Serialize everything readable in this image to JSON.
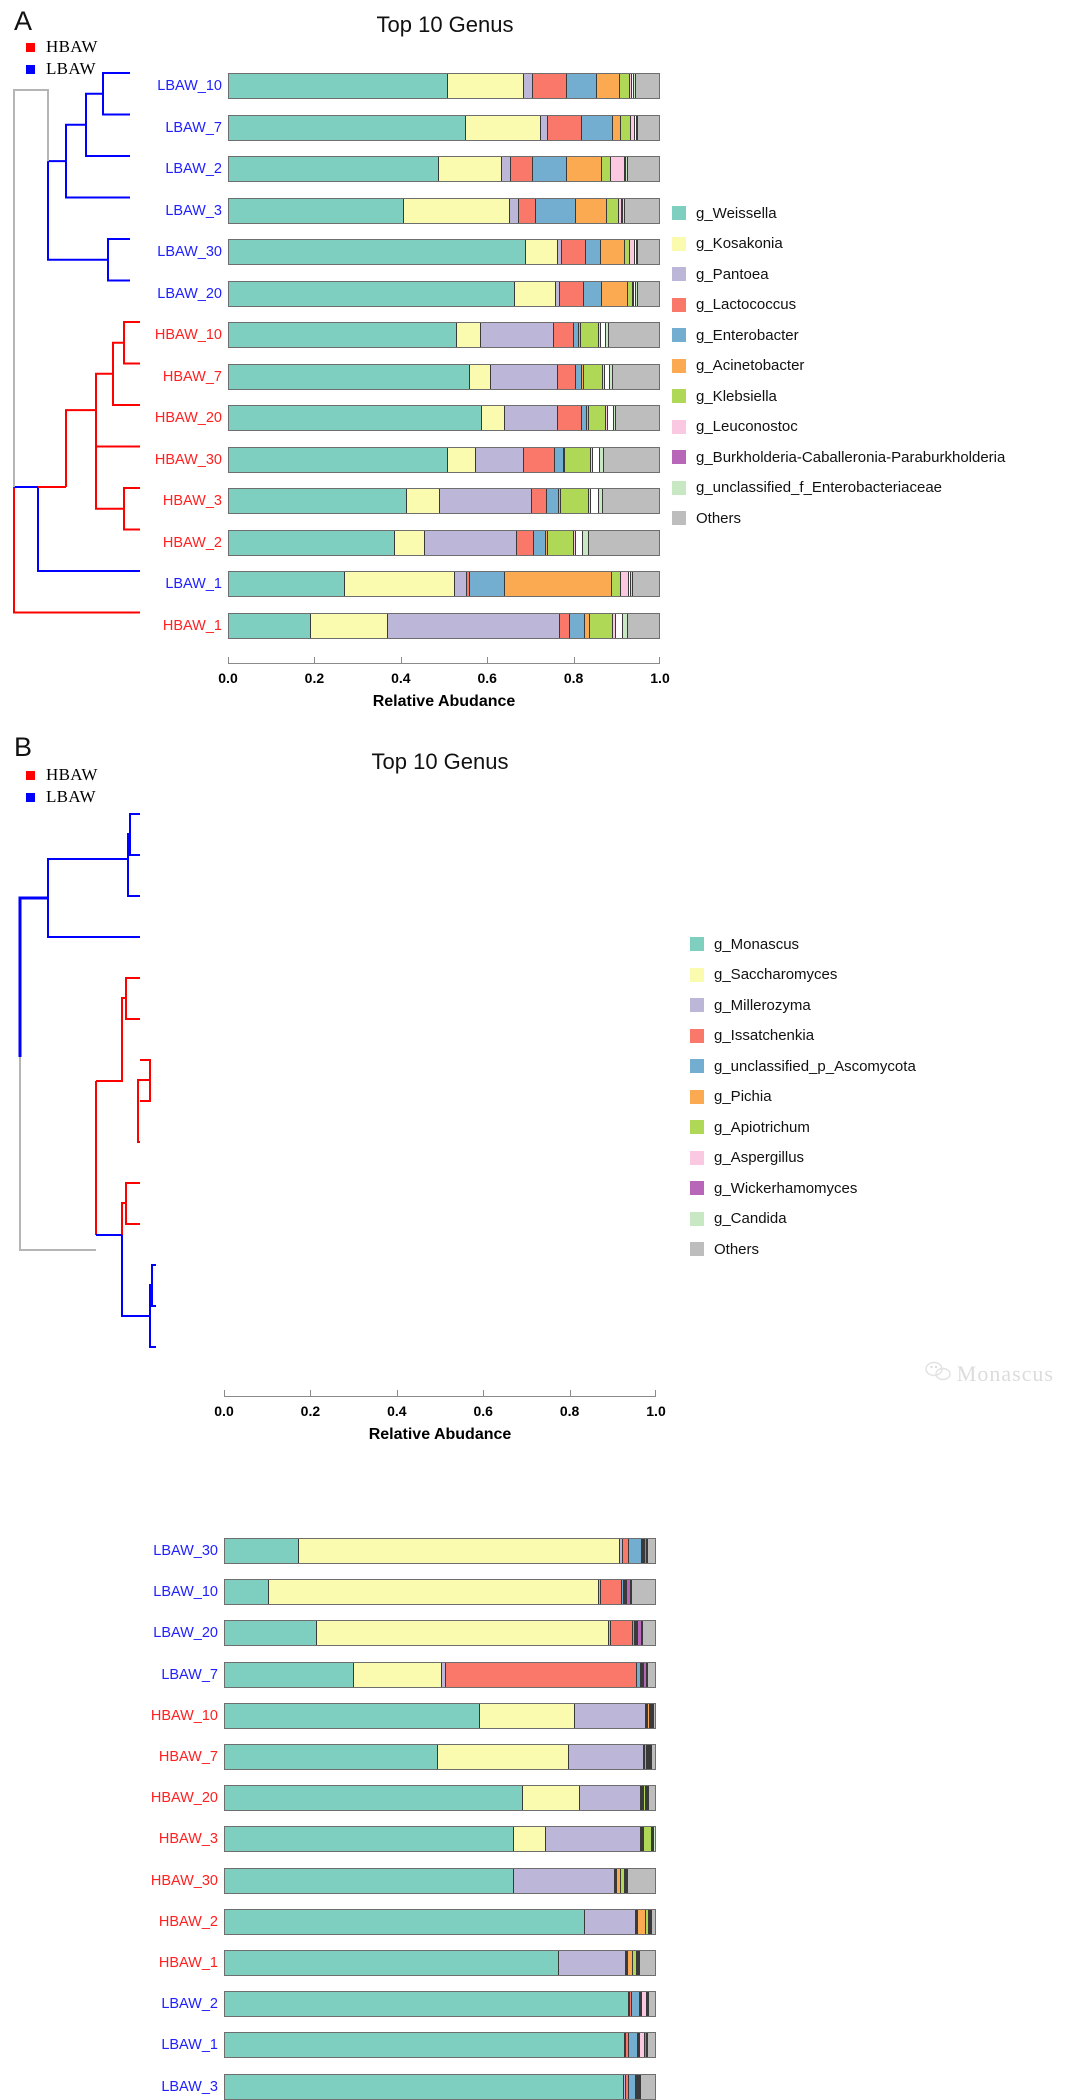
{
  "figure": {
    "background": "#ffffff",
    "group_colors": {
      "HBAW": "#ff0000",
      "LBAW": "#0000ff"
    },
    "axis": {
      "ticks": [
        "0.0",
        "0.2",
        "0.4",
        "0.6",
        "0.8",
        "1.0"
      ],
      "tick_values": [
        0.0,
        0.2,
        0.4,
        0.6,
        0.8,
        1.0
      ],
      "xlabel": "Relative Abudance",
      "xlim": [
        0,
        1
      ]
    },
    "watermark": {
      "text": "Monascus",
      "icon": "wechat-icon"
    }
  },
  "panel_a": {
    "letter": "A",
    "title": "Top 10 Genus",
    "group_legend": [
      {
        "label": "HBAW",
        "color": "#ff0000"
      },
      {
        "label": "LBAW",
        "color": "#0000ff"
      }
    ],
    "chart_data": {
      "type": "bar",
      "title": "Top 10 Genus",
      "xlabel": "Relative Abudance",
      "ylabel": "",
      "xlim": [
        0,
        1
      ],
      "grid": false,
      "legend_position": "right",
      "orientation": "horizontal-stacked",
      "categories": [
        "LBAW_10",
        "LBAW_7",
        "LBAW_2",
        "LBAW_3",
        "LBAW_30",
        "LBAW_20",
        "HBAW_10",
        "HBAW_7",
        "HBAW_20",
        "HBAW_30",
        "HBAW_3",
        "HBAW_2",
        "LBAW_1",
        "HBAW_1"
      ],
      "category_groups": [
        "LBAW",
        "LBAW",
        "LBAW",
        "LBAW",
        "LBAW",
        "LBAW",
        "HBAW",
        "HBAW",
        "HBAW",
        "HBAW",
        "HBAW",
        "HBAW",
        "LBAW",
        "HBAW"
      ],
      "series": [
        {
          "name": "g_Weissella",
          "color": "#7ecfc0",
          "values": [
            0.51,
            0.55,
            0.488,
            0.408,
            0.69,
            0.665,
            0.53,
            0.56,
            0.588,
            0.51,
            0.415,
            0.385,
            0.27,
            0.19
          ]
        },
        {
          "name": "g_Kosakonia",
          "color": "#fbfbb0",
          "values": [
            0.175,
            0.175,
            0.148,
            0.245,
            0.075,
            0.095,
            0.055,
            0.05,
            0.055,
            0.065,
            0.075,
            0.07,
            0.255,
            0.18
          ]
        },
        {
          "name": "g_Pantoea",
          "color": "#bcb6d8",
          "values": [
            0.022,
            0.018,
            0.02,
            0.022,
            0.01,
            0.01,
            0.17,
            0.155,
            0.123,
            0.11,
            0.215,
            0.215,
            0.028,
            0.4
          ]
        },
        {
          "name": "g_Lactococcus",
          "color": "#f9786a",
          "values": [
            0.078,
            0.078,
            0.05,
            0.038,
            0.055,
            0.055,
            0.047,
            0.042,
            0.055,
            0.073,
            0.035,
            0.04,
            0.008,
            0.022
          ]
        },
        {
          "name": "g_Enterobacter",
          "color": "#73aed1",
          "values": [
            0.07,
            0.073,
            0.08,
            0.095,
            0.035,
            0.042,
            0.013,
            0.015,
            0.012,
            0.02,
            0.027,
            0.028,
            0.08,
            0.035
          ]
        },
        {
          "name": "g_Acinetobacter",
          "color": "#fbaa52",
          "values": [
            0.055,
            0.018,
            0.082,
            0.072,
            0.055,
            0.06,
            0.004,
            0.004,
            0.004,
            0.004,
            0.006,
            0.004,
            0.25,
            0.012
          ]
        },
        {
          "name": "g_Klebsiella",
          "color": "#b0d857",
          "values": [
            0.022,
            0.022,
            0.02,
            0.027,
            0.012,
            0.012,
            0.042,
            0.045,
            0.04,
            0.06,
            0.065,
            0.06,
            0.02,
            0.055
          ]
        },
        {
          "name": "g_Leuconostoc",
          "color": "#fac8e0",
          "values": [
            0.006,
            0.01,
            0.032,
            0.006,
            0.012,
            0.004,
            0.004,
            0.004,
            0.004,
            0.004,
            0.004,
            0.004,
            0.02,
            0.006
          ]
        },
        {
          "name": "g_Burkholderia-Caballeronia-Paraburkholderia",
          "color": "#b濃",
          "values": [
            0.004,
            0.004,
            0.004,
            0.004,
            0.004,
            0.004,
            0.012,
            0.012,
            0.014,
            0.018,
            0.018,
            0.018,
            0.004,
            0.016
          ]
        },
        {
          "name": "g_unclassified_f_Enterobacteriaceae",
          "color": "#c7e8c2",
          "values": [
            0.004,
            0.004,
            0.004,
            0.004,
            0.004,
            0.004,
            0.006,
            0.006,
            0.006,
            0.008,
            0.01,
            0.014,
            0.004,
            0.012
          ]
        },
        {
          "name": "Others",
          "color": "#bdbdbd",
          "values": [
            0.054,
            0.048,
            0.072,
            0.079,
            0.048,
            0.049,
            0.117,
            0.107,
            0.099,
            0.128,
            0.13,
            0.162,
            0.061,
            0.072
          ]
        }
      ],
      "legend": [
        {
          "label": "g_Weissella",
          "color": "#7ecfc0"
        },
        {
          "label": "g_Kosakonia",
          "color": "#fbfbb0"
        },
        {
          "label": "g_Pantoea",
          "color": "#bcb6d8"
        },
        {
          "label": "g_Lactococcus",
          "color": "#f9786a"
        },
        {
          "label": "g_Enterobacter",
          "color": "#73aed1"
        },
        {
          "label": "g_Acinetobacter",
          "color": "#fbaa52"
        },
        {
          "label": "g_Klebsiella",
          "color": "#b0d857"
        },
        {
          "label": "g_Leuconostoc",
          "color": "#fac8e0"
        },
        {
          "label": "g_Burkholderia-Caballeronia-Paraburkholderia",
          "color": "#b866b8"
        },
        {
          "label": "g_unclassified_f_Enterobacteriaceae",
          "color": "#c7e8c2"
        },
        {
          "label": "Others",
          "color": "#bdbdbd"
        }
      ]
    }
  },
  "panel_b": {
    "letter": "B",
    "title": "Top 10 Genus",
    "group_legend": [
      {
        "label": "HBAW",
        "color": "#ff0000"
      },
      {
        "label": "LBAW",
        "color": "#0000ff"
      }
    ],
    "chart_data": {
      "type": "bar",
      "title": "Top 10 Genus",
      "xlabel": "Relative Abudance",
      "ylabel": "",
      "xlim": [
        0,
        1
      ],
      "grid": false,
      "legend_position": "right",
      "orientation": "horizontal-stacked",
      "categories": [
        "LBAW_30",
        "LBAW_10",
        "LBAW_20",
        "LBAW_7",
        "HBAW_10",
        "HBAW_7",
        "HBAW_20",
        "HBAW_3",
        "HBAW_30",
        "HBAW_2",
        "HBAW_1",
        "LBAW_2",
        "LBAW_1",
        "LBAW_3"
      ],
      "category_groups": [
        "LBAW",
        "LBAW",
        "LBAW",
        "LBAW",
        "HBAW",
        "HBAW",
        "HBAW",
        "HBAW",
        "HBAW",
        "HBAW",
        "HBAW",
        "LBAW",
        "LBAW",
        "LBAW"
      ],
      "series": [
        {
          "name": "g_Monascus",
          "color": "#7ecfc0",
          "values": [
            0.172,
            0.102,
            0.215,
            0.3,
            0.594,
            0.496,
            0.695,
            0.675,
            0.672,
            0.838,
            0.78,
            0.94,
            0.93,
            0.93
          ]
        },
        {
          "name": "g_Saccharomyces",
          "color": "#fbfbb0",
          "values": [
            0.748,
            0.77,
            0.678,
            0.205,
            0.222,
            0.305,
            0.133,
            0.075,
            0.0,
            0.0,
            0.0,
            0.0,
            0.0,
            0.0
          ]
        },
        {
          "name": "g_Millerozyma",
          "color": "#bcb6d8",
          "values": [
            0.006,
            0.004,
            0.006,
            0.01,
            0.165,
            0.175,
            0.14,
            0.22,
            0.235,
            0.12,
            0.155,
            0.003,
            0.003,
            0.003
          ]
        },
        {
          "name": "g_Issatchenkia",
          "color": "#f9786a",
          "values": [
            0.014,
            0.048,
            0.052,
            0.445,
            0.002,
            0.002,
            0.002,
            0.002,
            0.002,
            0.002,
            0.002,
            0.004,
            0.008,
            0.008
          ]
        },
        {
          "name": "g_unclassified_p_Ascomycota",
          "color": "#73aed1",
          "values": [
            0.03,
            0.004,
            0.004,
            0.008,
            0.002,
            0.005,
            0.004,
            0.004,
            0.003,
            0.002,
            0.002,
            0.02,
            0.02,
            0.016
          ]
        },
        {
          "name": "g_Pichia",
          "color": "#fbaa52",
          "values": [
            0.002,
            0.002,
            0.002,
            0.002,
            0.004,
            0.002,
            0.002,
            0.002,
            0.01,
            0.018,
            0.012,
            0.002,
            0.002,
            0.002
          ]
        },
        {
          "name": "g_Apiotrichum",
          "color": "#b0d857",
          "values": [
            0.002,
            0.002,
            0.002,
            0.002,
            0.002,
            0.002,
            0.004,
            0.018,
            0.01,
            0.007,
            0.009,
            0.002,
            0.002,
            0.002
          ]
        },
        {
          "name": "g_Aspergillus",
          "color": "#fac8e0",
          "values": [
            0.002,
            0.002,
            0.002,
            0.002,
            0.002,
            0.002,
            0.002,
            0.002,
            0.002,
            0.002,
            0.002,
            0.01,
            0.012,
            0.002
          ]
        },
        {
          "name": "g_Wickerhamomyces",
          "color": "#b866b8",
          "values": [
            0.006,
            0.01,
            0.008,
            0.008,
            0.002,
            0.002,
            0.002,
            0.002,
            0.002,
            0.002,
            0.002,
            0.002,
            0.004,
            0.003
          ]
        },
        {
          "name": "g_Candida",
          "color": "#c7e8c2",
          "values": [
            0.002,
            0.002,
            0.002,
            0.002,
            0.002,
            0.002,
            0.002,
            0.002,
            0.002,
            0.002,
            0.002,
            0.002,
            0.002,
            0.002
          ]
        },
        {
          "name": "Others",
          "color": "#bdbdbd",
          "values": [
            0.016,
            0.054,
            0.029,
            0.016,
            0.003,
            0.007,
            0.014,
            0.0,
            0.062,
            0.007,
            0.036,
            0.015,
            0.017,
            0.032
          ]
        }
      ],
      "legend": [
        {
          "label": "g_Monascus",
          "color": "#7ecfc0"
        },
        {
          "label": "g_Saccharomyces",
          "color": "#fbfbb0"
        },
        {
          "label": "g_Millerozyma",
          "color": "#bcb6d8"
        },
        {
          "label": "g_Issatchenkia",
          "color": "#f9786a"
        },
        {
          "label": "g_unclassified_p_Ascomycota",
          "color": "#73aed1"
        },
        {
          "label": "g_Pichia",
          "color": "#fbaa52"
        },
        {
          "label": "g_Apiotrichum",
          "color": "#b0d857"
        },
        {
          "label": "g_Aspergillus",
          "color": "#fac8e0"
        },
        {
          "label": "g_Wickerhamomyces",
          "color": "#b866b8"
        },
        {
          "label": "g_Candida",
          "color": "#c7e8c2"
        },
        {
          "label": "Others",
          "color": "#bdbdbd"
        }
      ]
    }
  }
}
